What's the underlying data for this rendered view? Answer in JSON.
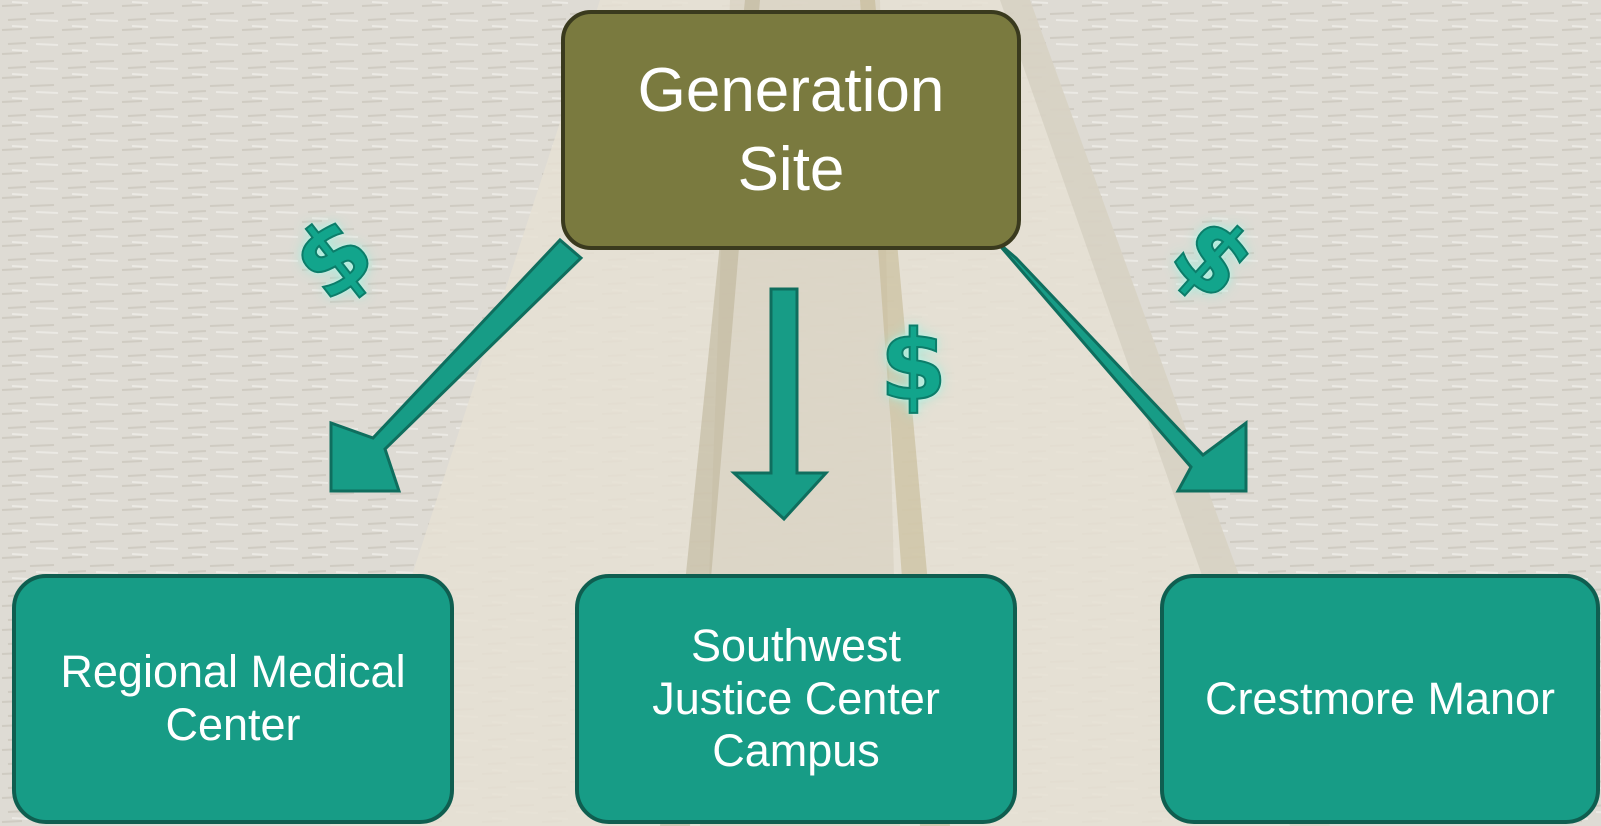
{
  "diagram": {
    "source": {
      "label": "Generation\nSite"
    },
    "targets": [
      {
        "label": "Regional Medical\nCenter"
      },
      {
        "label": "Southwest\nJustice Center\nCampus"
      },
      {
        "label": "Crestmore Manor"
      }
    ],
    "currency_symbol": "$",
    "colors": {
      "source_fill": "#7a7a3f",
      "target_fill": "#179c86",
      "arrow": "#179c86"
    }
  }
}
